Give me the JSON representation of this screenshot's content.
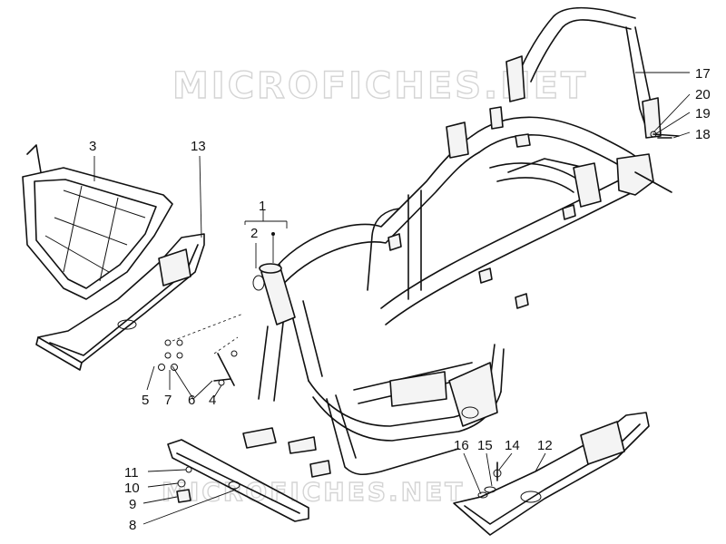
{
  "watermark": "MICROFICHES.NET",
  "callouts": {
    "c1": "1",
    "c2": "2",
    "c3": "3",
    "c4": "4",
    "c5": "5",
    "c6": "6",
    "c7": "7",
    "c8": "8",
    "c9": "9",
    "c10": "10",
    "c11": "11",
    "c12": "12",
    "c13": "13",
    "c14": "14",
    "c15": "15",
    "c16": "16",
    "c17": "17",
    "c18": "18",
    "c19": "19",
    "c20": "20"
  }
}
